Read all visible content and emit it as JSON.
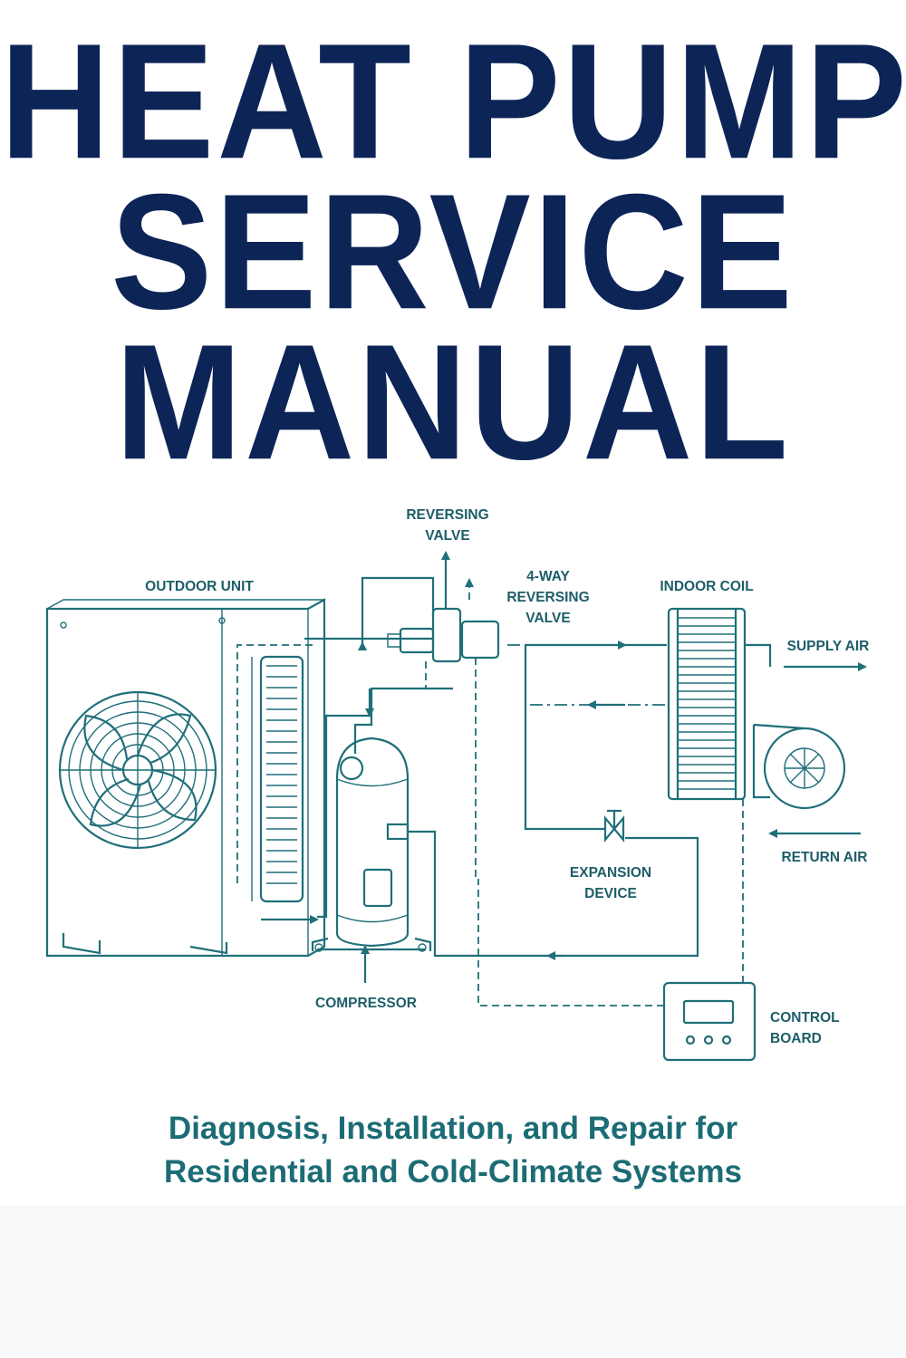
{
  "title": {
    "line1": "HEAT PUMP",
    "line2": "SERVICE",
    "line3": "MANUAL"
  },
  "diagram": {
    "labels": {
      "outdoor_unit": "OUTDOOR UNIT",
      "reversing_valve_1": "REVERSING",
      "reversing_valve_2": "VALVE",
      "four_way_1": "4-WAY",
      "four_way_2": "REVERSING",
      "four_way_3": "VALVE",
      "indoor_coil": "INDOOR COIL",
      "supply_air": "SUPPLY AIR",
      "return_air": "RETURN AIR",
      "expansion_1": "EXPANSION",
      "expansion_2": "DEVICE",
      "compressor": "COMPRESSOR",
      "control_1": "CONTROL",
      "control_2": "BOARD"
    },
    "colors": {
      "line": "#1f6f79",
      "title": "#0d2457",
      "subtitle": "#1c6c75"
    }
  },
  "subtitle": {
    "line1": "Diagnosis, Installation, and Repair for",
    "line2": "Residential and Cold-Climate Systems"
  }
}
